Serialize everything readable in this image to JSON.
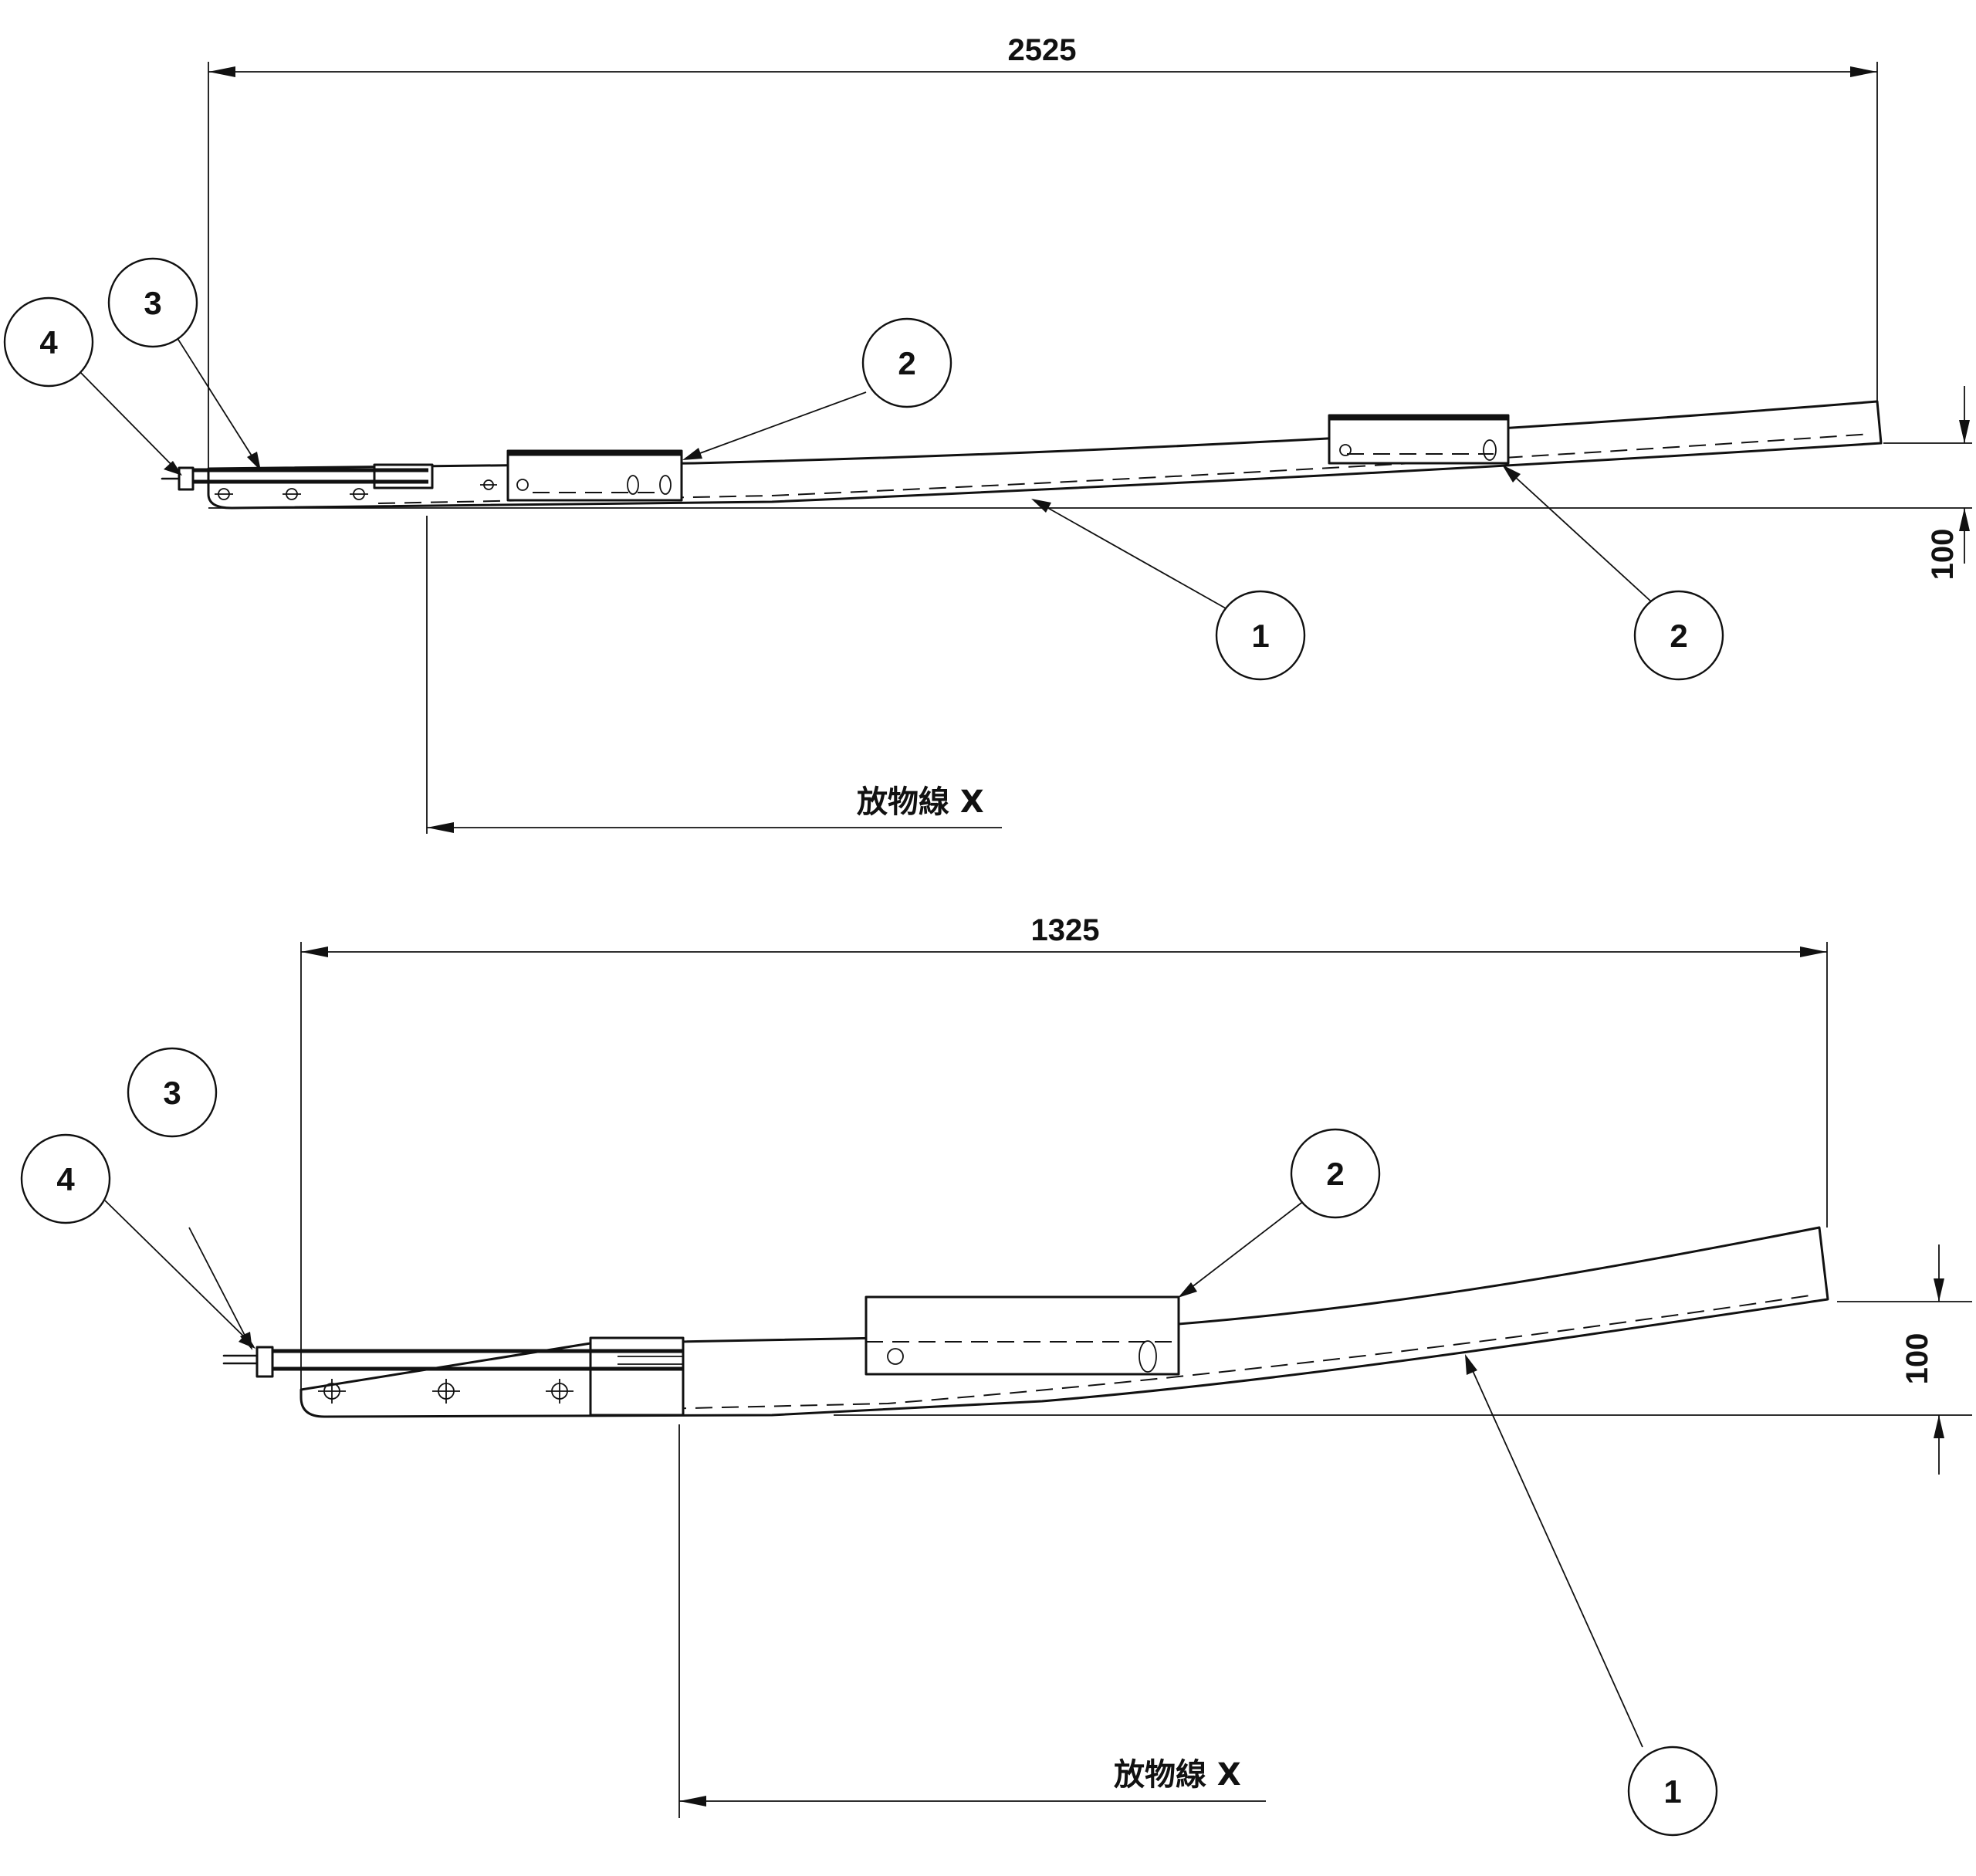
{
  "top_view": {
    "length_dim": "2525",
    "height_dim": "100",
    "parabola_label": "放物線 X",
    "callouts": [
      "4",
      "3",
      "2",
      "1",
      "2"
    ]
  },
  "bottom_view": {
    "length_dim": "1325",
    "height_dim": "100",
    "parabola_label": "放物線 X",
    "callouts": [
      "3",
      "4",
      "2",
      "1"
    ]
  }
}
